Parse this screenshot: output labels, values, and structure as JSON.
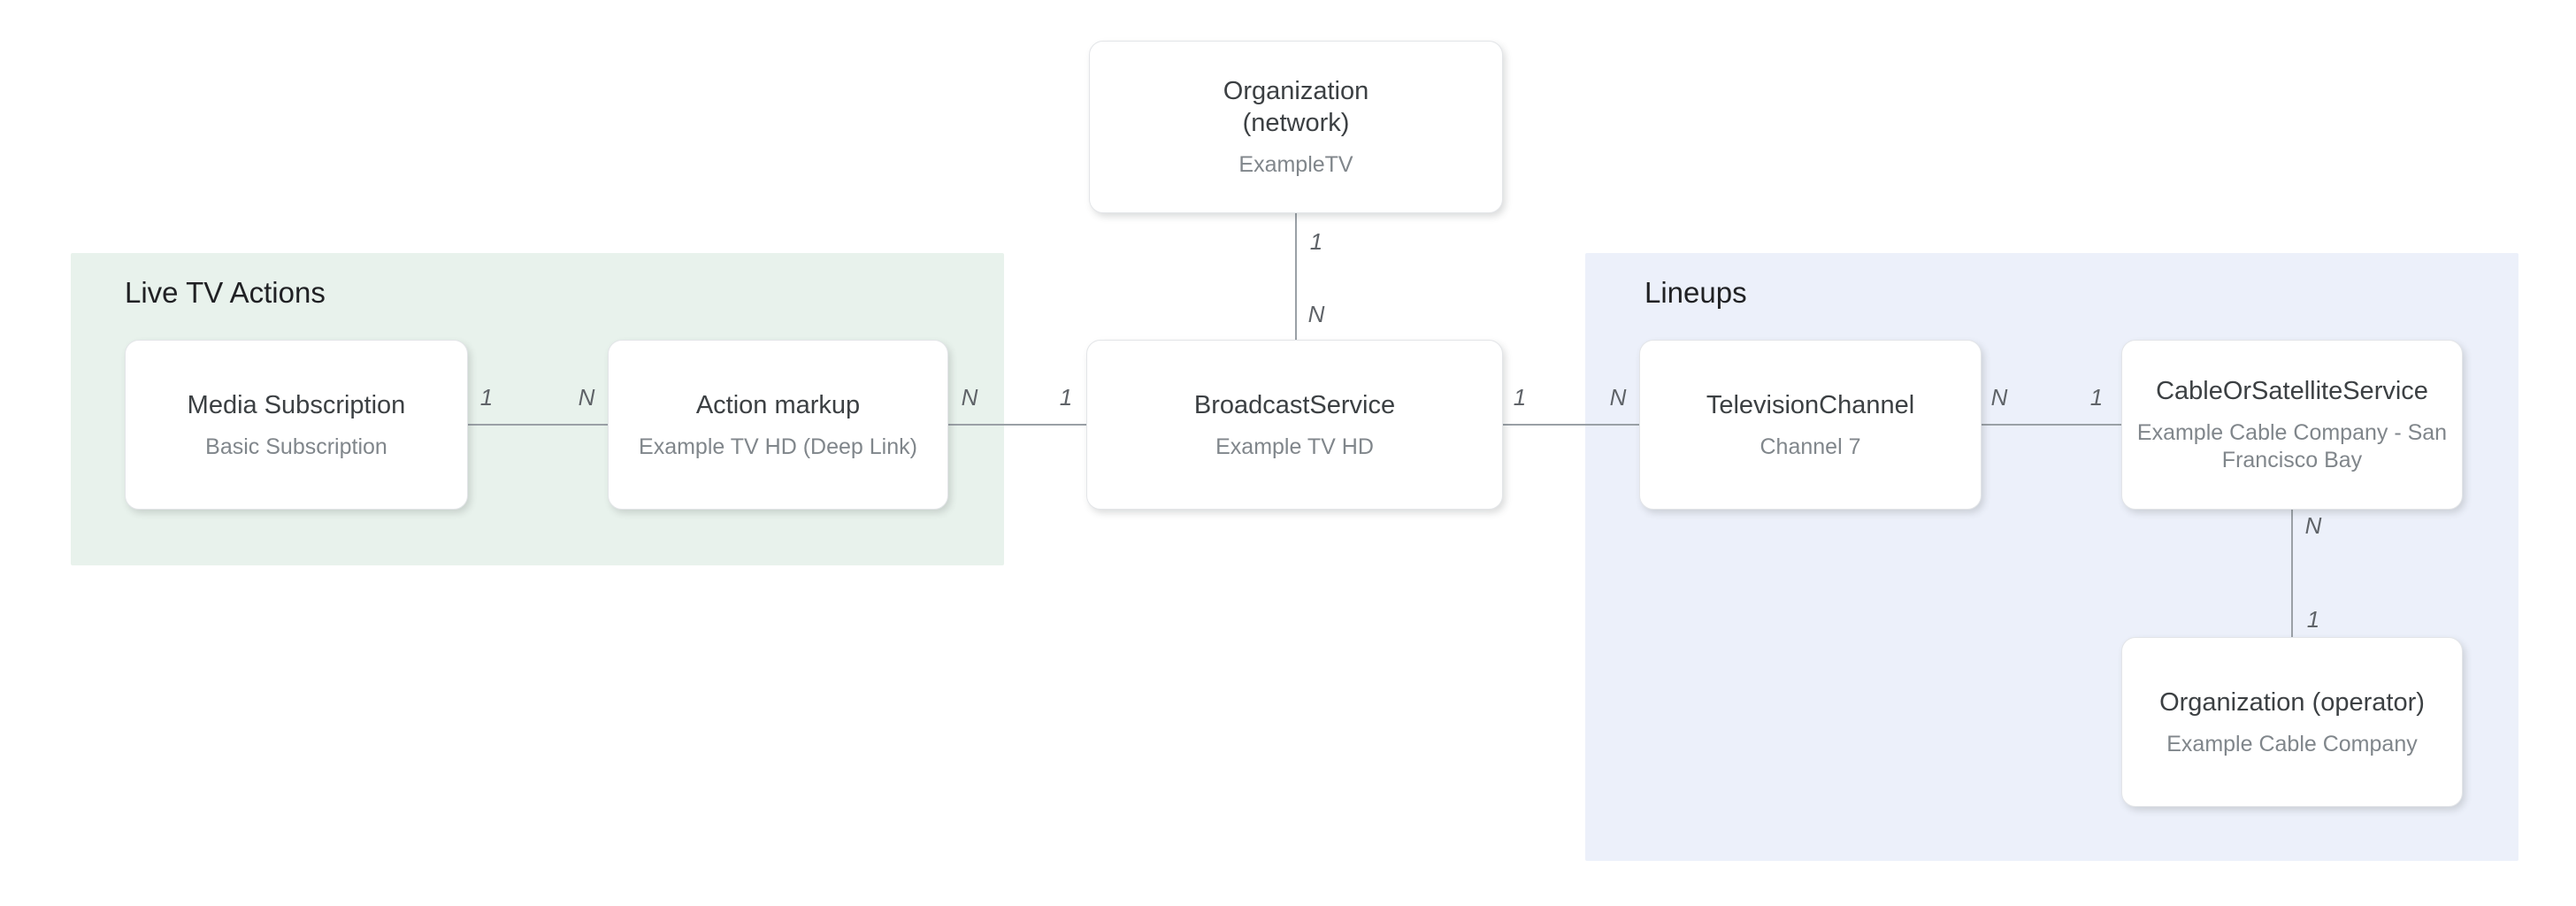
{
  "diagram": {
    "regions": {
      "live_tv_actions": {
        "label": "Live TV Actions"
      },
      "lineups": {
        "label": "Lineups"
      }
    },
    "nodes": {
      "organization_network": {
        "title": "Organization\n(network)",
        "subtitle": "ExampleTV"
      },
      "media_subscription": {
        "title": "Media Subscription",
        "subtitle": "Basic Subscription"
      },
      "action_markup": {
        "title": "Action markup",
        "subtitle": "Example TV HD (Deep Link)"
      },
      "broadcast_service": {
        "title": "BroadcastService",
        "subtitle": "Example TV HD"
      },
      "television_channel": {
        "title": "TelevisionChannel",
        "subtitle": "Channel 7"
      },
      "cable_or_satellite_service": {
        "title": "CableOrSatelliteService",
        "subtitle": "Example Cable Company - San Francisco Bay"
      },
      "organization_operator": {
        "title": "Organization (operator)",
        "subtitle": "Example Cable Company"
      }
    },
    "edges": {
      "network_to_broadcast": {
        "start": "1",
        "end": "N"
      },
      "media_to_action": {
        "start": "1",
        "end": "N"
      },
      "action_to_broadcast": {
        "start": "N",
        "end": "1"
      },
      "broadcast_to_channel": {
        "start": "1",
        "end": "N"
      },
      "channel_to_cable": {
        "start": "N",
        "end": "1"
      },
      "cable_to_operator": {
        "start": "N",
        "end": "1"
      }
    },
    "colors": {
      "live_tv_region": "#e8f2ec",
      "lineups_region": "#ecf0fa",
      "line": "#9aa0a6",
      "title_text": "#3c4043",
      "subtitle_text": "#80868b"
    }
  }
}
